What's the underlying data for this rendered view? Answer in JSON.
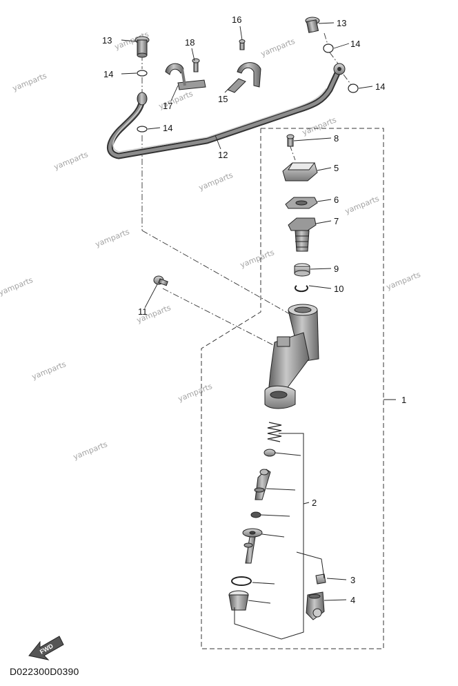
{
  "diagram_code": "D022300D0390",
  "fwd_label": "FWD",
  "watermark": "yamparts",
  "callouts": {
    "c1": "1",
    "c2": "2",
    "c3": "3",
    "c4": "4",
    "c5": "5",
    "c6": "6",
    "c7": "7",
    "c8": "8",
    "c9": "9",
    "c10": "10",
    "c11": "11",
    "c12": "12",
    "c13a": "13",
    "c13b": "13",
    "c14a": "14",
    "c14b": "14",
    "c14c": "14",
    "c14d": "14",
    "c15": "15",
    "c16": "16",
    "c17": "17",
    "c18": "18"
  }
}
